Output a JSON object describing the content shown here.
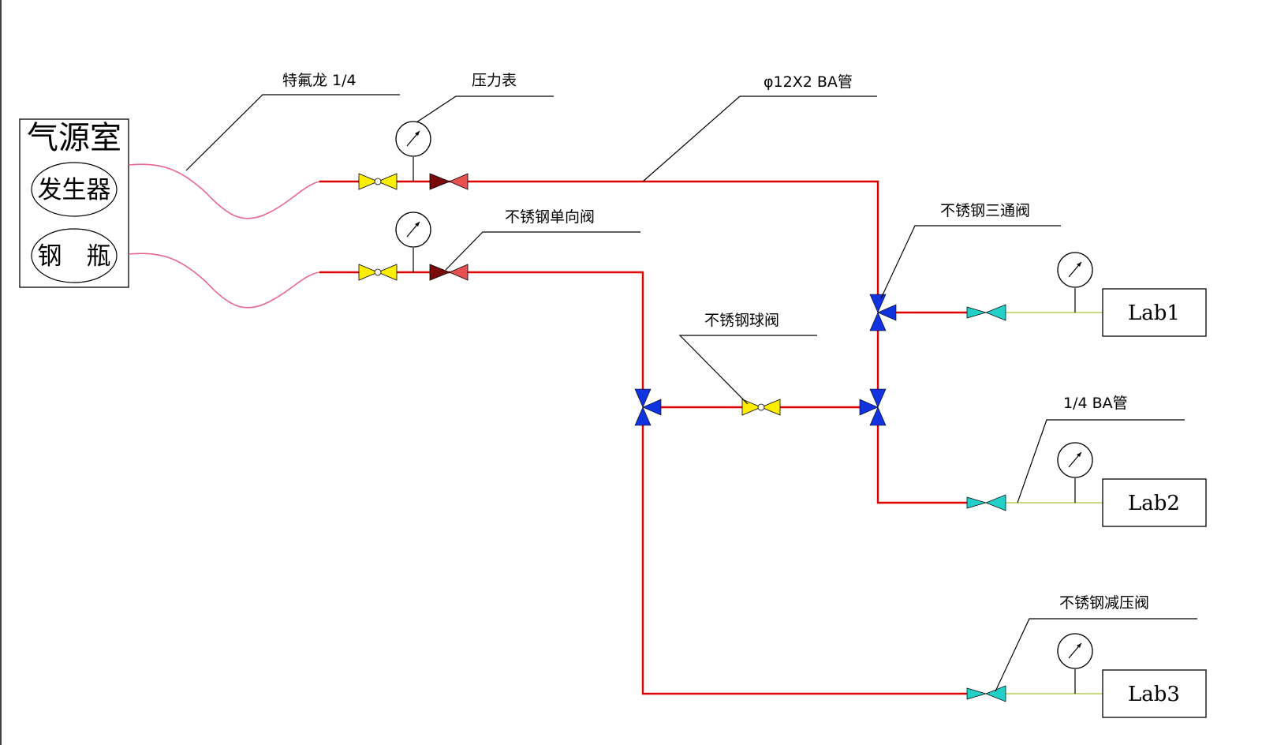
{
  "source_room": {
    "title": "气源室",
    "generator": "发生器",
    "cylinder": "钢　瓶"
  },
  "labels": {
    "teflon": "特氟龙 1/4",
    "pressure_gauge": "压力表",
    "main_pipe": "φ12X2 BA管",
    "check_valve": "不锈钢单向阀",
    "three_way_valve": "不锈钢三通阀",
    "ball_valve": "不锈钢球阀",
    "ba_tube": "1/4 BA管",
    "reducing_valve": "不锈钢减压阀"
  },
  "labs": [
    "Lab1",
    "Lab2",
    "Lab3"
  ],
  "colors": {
    "pipe": "#e00000",
    "teflon_line": "#e8668a",
    "ba_line": "#a6c83a",
    "ball_valve": "#ffee00",
    "check_valve_dark": "#7a0a0a",
    "check_valve_light": "#e85050",
    "three_way_valve": "#1133dd",
    "reducing_valve": "#22d0c8"
  }
}
